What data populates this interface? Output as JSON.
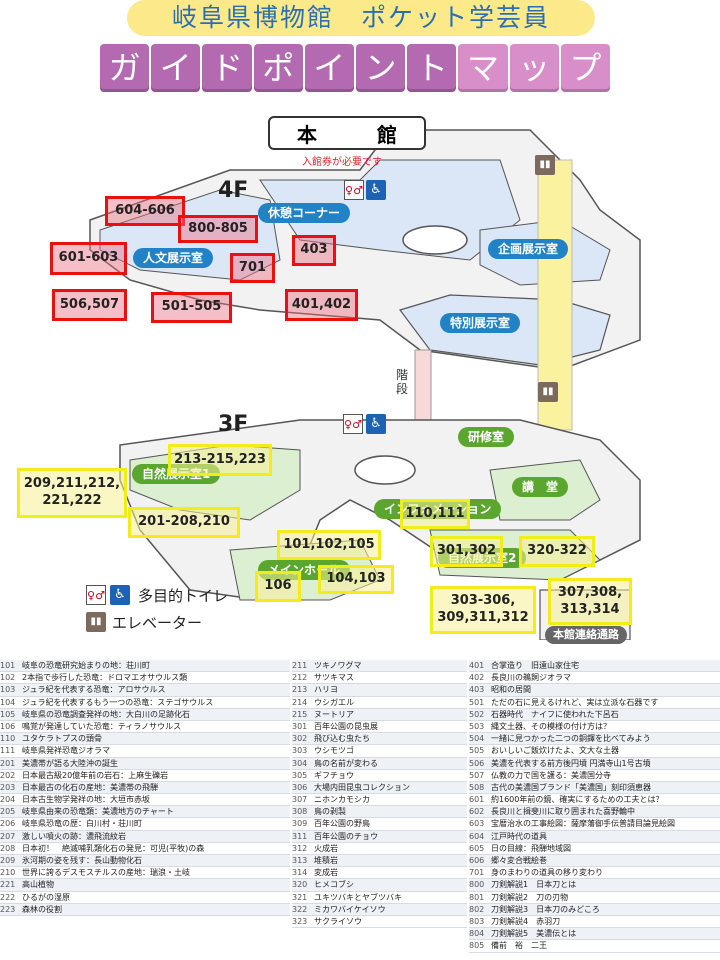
{
  "header": {
    "title": "岐阜県博物館　ポケット学芸員",
    "banner_chars": [
      "ガ",
      "イ",
      "ド",
      "ポ",
      "イ",
      "ン",
      "ト",
      "マ",
      "ッ",
      "プ"
    ]
  },
  "map": {
    "building": "本　館",
    "ticket_note": "入館券が必要です",
    "floor_4": "4F",
    "floor_3": "3F",
    "stairs": "階段",
    "rooms_4f": {
      "rest": "休憩コーナー",
      "humanities": "人文展示室",
      "special": "企画展示室",
      "tokubetsu": "特別展示室"
    },
    "rooms_3f": {
      "nature1": "自然展示室1",
      "kenshu": "研修室",
      "kodo": "講　堂",
      "info": "インフォメーション",
      "nature2": "自然展示室2",
      "main_hall": "メインホール",
      "passage": "本館連絡通路"
    },
    "red_boxes": [
      "604-606",
      "800-805",
      "601-603",
      "701",
      "403",
      "506,507",
      "501-505",
      "401,402"
    ],
    "yellow_boxes": [
      "213-215,223",
      "209,211,212,\n221,222",
      "201-208,210",
      "110,111",
      "101,102,105",
      "301,302",
      "320-322",
      "106",
      "104,103",
      "303-306,\n309,311,312",
      "307,308,\n313,314"
    ],
    "legend": {
      "toilet": "多目的トイレ",
      "elevator": "エレベーター"
    },
    "colors": {
      "red_box": "#ea1010",
      "yellow_box": "#f2ec18",
      "pill_blue": "#2183c5",
      "pill_green": "#5aa62e",
      "banner_purple": "#b36ab1",
      "title_yellow": "#fbe98a"
    }
  },
  "list": {
    "col1": [
      {
        "no": "101",
        "text": "岐阜の恐竜研究始まりの地：荘川町"
      },
      {
        "no": "102",
        "text": "2本指で歩行した恐竜：ドロマエオサウルス類"
      },
      {
        "no": "103",
        "text": "ジュラ紀を代表する恐竜：アロサウルス"
      },
      {
        "no": "104",
        "text": "ジュラ紀を代表するもう一つの恐竜：ステゴサウルス"
      },
      {
        "no": "105",
        "text": "岐阜県の恐竜調査発祥の地：大白川の足跡化石"
      },
      {
        "no": "106",
        "text": "鳴覚が発達していた恐竜：ティラノサウルス"
      },
      {
        "no": "110",
        "text": "ユタケラトプスの頭骨"
      },
      {
        "no": "111",
        "text": "岐阜県発祥恐竜ジオラマ"
      },
      {
        "no": "201",
        "text": "美濃帯が語る大陸沖の誕生"
      },
      {
        "no": "202",
        "text": "日本最古級20億年前の岩石：上麻生礫岩"
      },
      {
        "no": "203",
        "text": "日本最古の化石の産地：美濃帯の飛騨"
      },
      {
        "no": "204",
        "text": "日本古生物学発祥の地：大垣市赤坂"
      },
      {
        "no": "205",
        "text": "岐阜県由来の恐竜類：美濃地方のチャート"
      },
      {
        "no": "206",
        "text": "岐阜県恐竜の歴：白川村・荘川町"
      },
      {
        "no": "207",
        "text": "激しい噴火の跡：濃飛流紋岩"
      },
      {
        "no": "208",
        "text": "日本初！　絶滅哺乳類化石の発見：可児(平牧)の森"
      },
      {
        "no": "209",
        "text": "氷河期の姿を残す：長山動物化石"
      },
      {
        "no": "210",
        "text": "世界に誇るデスモスチルスの産地：瑞浪・土岐"
      },
      {
        "no": "221",
        "text": "高山植物"
      },
      {
        "no": "222",
        "text": "ひるがの湿原"
      },
      {
        "no": "223",
        "text": "森林の役割"
      }
    ],
    "col2": [
      {
        "no": "211",
        "text": "ツキノワグマ"
      },
      {
        "no": "212",
        "text": "サツキマス"
      },
      {
        "no": "213",
        "text": "ハリヨ"
      },
      {
        "no": "214",
        "text": "ウシガエル"
      },
      {
        "no": "215",
        "text": "ヌートリア"
      },
      {
        "no": "301",
        "text": "百年公園の昆虫展"
      },
      {
        "no": "302",
        "text": "飛び込む虫たち"
      },
      {
        "no": "303",
        "text": "ウシモツゴ"
      },
      {
        "no": "304",
        "text": "鳥の名前が変わる"
      },
      {
        "no": "305",
        "text": "ギフチョウ"
      },
      {
        "no": "306",
        "text": "大場内田昆虫コレクション"
      },
      {
        "no": "307",
        "text": "ニホンカモシカ"
      },
      {
        "no": "308",
        "text": "鳥の剥製"
      },
      {
        "no": "309",
        "text": "百年公園の野鳥"
      },
      {
        "no": "311",
        "text": "百年公園のチョウ"
      },
      {
        "no": "312",
        "text": "火成岩"
      },
      {
        "no": "313",
        "text": "堆積岩"
      },
      {
        "no": "314",
        "text": "変成岩"
      },
      {
        "no": "320",
        "text": "ヒメコブシ"
      },
      {
        "no": "321",
        "text": "ユキツバキとヤブツバキ"
      },
      {
        "no": "322",
        "text": "ミカワバイケイソウ"
      },
      {
        "no": "323",
        "text": "サクライソウ"
      }
    ],
    "col3": [
      {
        "no": "401",
        "text": "合掌造り　旧遠山家住宅"
      },
      {
        "no": "402",
        "text": "長良川の鵜飼ジオラマ"
      },
      {
        "no": "403",
        "text": "昭和の居間"
      },
      {
        "no": "501",
        "text": "ただの石に見えるけれど、実は立派な石器です"
      },
      {
        "no": "502",
        "text": "石器時代　ナイフに使われた下呂石"
      },
      {
        "no": "503",
        "text": "縄文土器、その模様の付け方は？"
      },
      {
        "no": "504",
        "text": "一緒に見つかった二つの銅鐸を比べてみよう"
      },
      {
        "no": "505",
        "text": "おいしいご飯炊けたよ、文大な土器"
      },
      {
        "no": "506",
        "text": "美濃を代表する前方後円墳 円満寺山1号古墳"
      },
      {
        "no": "507",
        "text": "仏教の力で国を護る：美濃国分寺"
      },
      {
        "no": "508",
        "text": "古代の美濃国ブランド「美濃国」刻印須恵器"
      },
      {
        "no": "601",
        "text": "約1600年前の鏡、確実にするための工夫とは？"
      },
      {
        "no": "602",
        "text": "長良川と揖斐川に取り囲まれた喜野輪中"
      },
      {
        "no": "603",
        "text": "宝暦治水の工事絵図：薩摩藩御手伝普請目論見絵図"
      },
      {
        "no": "604",
        "text": "江戸時代の道具"
      },
      {
        "no": "605",
        "text": "日の目線：飛騨地域図"
      },
      {
        "no": "606",
        "text": "郷々変合戦絵巻"
      },
      {
        "no": "701",
        "text": "身のまわりの道具の移り変わり"
      },
      {
        "no": "800",
        "text": "刀剣解説1　日本刀とは"
      },
      {
        "no": "801",
        "text": "刀剣解説2　刀の刃物"
      },
      {
        "no": "802",
        "text": "刀剣解説3　日本刀のみどころ"
      },
      {
        "no": "803",
        "text": "刀剣解説4　赤羽刀"
      },
      {
        "no": "804",
        "text": "刀剣解説5　美濃伝とは"
      },
      {
        "no": "805",
        "text": "備前　裕　二王"
      }
    ]
  }
}
